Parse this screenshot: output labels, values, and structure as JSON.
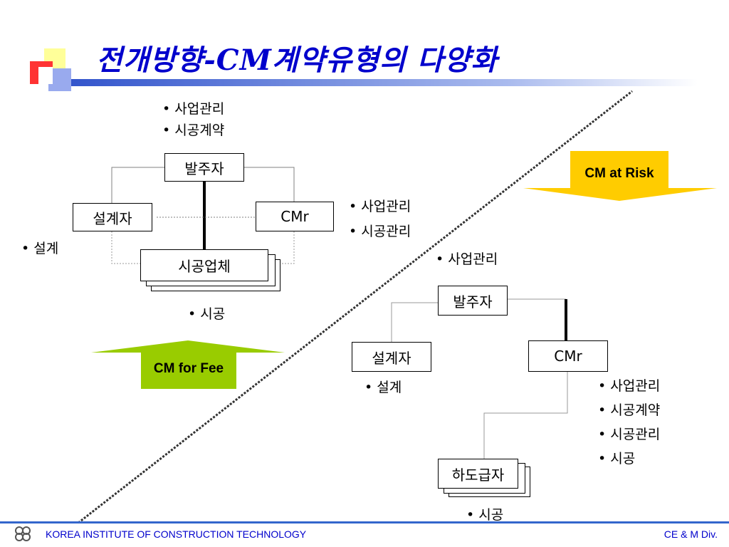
{
  "title": "전개방향-CM계약유형의 다양화",
  "left_diagram": {
    "top_bullets": [
      "사업관리",
      "시공계약"
    ],
    "owner": "발주자",
    "designer": "설계자",
    "cm": "CMr",
    "contractor": "시공업체",
    "cm_bullets": [
      "사업관리",
      "시공관리"
    ],
    "designer_bullets": [
      "설계"
    ],
    "contractor_bullets": [
      "시공"
    ]
  },
  "right_diagram": {
    "top_bullets": [
      "사업관리"
    ],
    "owner": "발주자",
    "designer": "설계자",
    "cm": "CMr",
    "subcontractor": "하도급자",
    "designer_bullets": [
      "설계"
    ],
    "cm_bullets": [
      "사업관리",
      "시공계약",
      "시공관리",
      "시공"
    ],
    "sub_bullets": [
      "시공"
    ]
  },
  "tags": {
    "at_risk": "CM at Risk",
    "for_fee": "CM for Fee"
  },
  "footer": {
    "left": "KOREA  INSTITUTE  OF  CONSTRUCTION  TECHNOLOGY",
    "right": "CE & M Div."
  },
  "colors": {
    "title": "#0000cc",
    "at_risk_fill": "#ffcc00",
    "for_fee_fill": "#99cc00",
    "footer_line": "#3366cc"
  }
}
